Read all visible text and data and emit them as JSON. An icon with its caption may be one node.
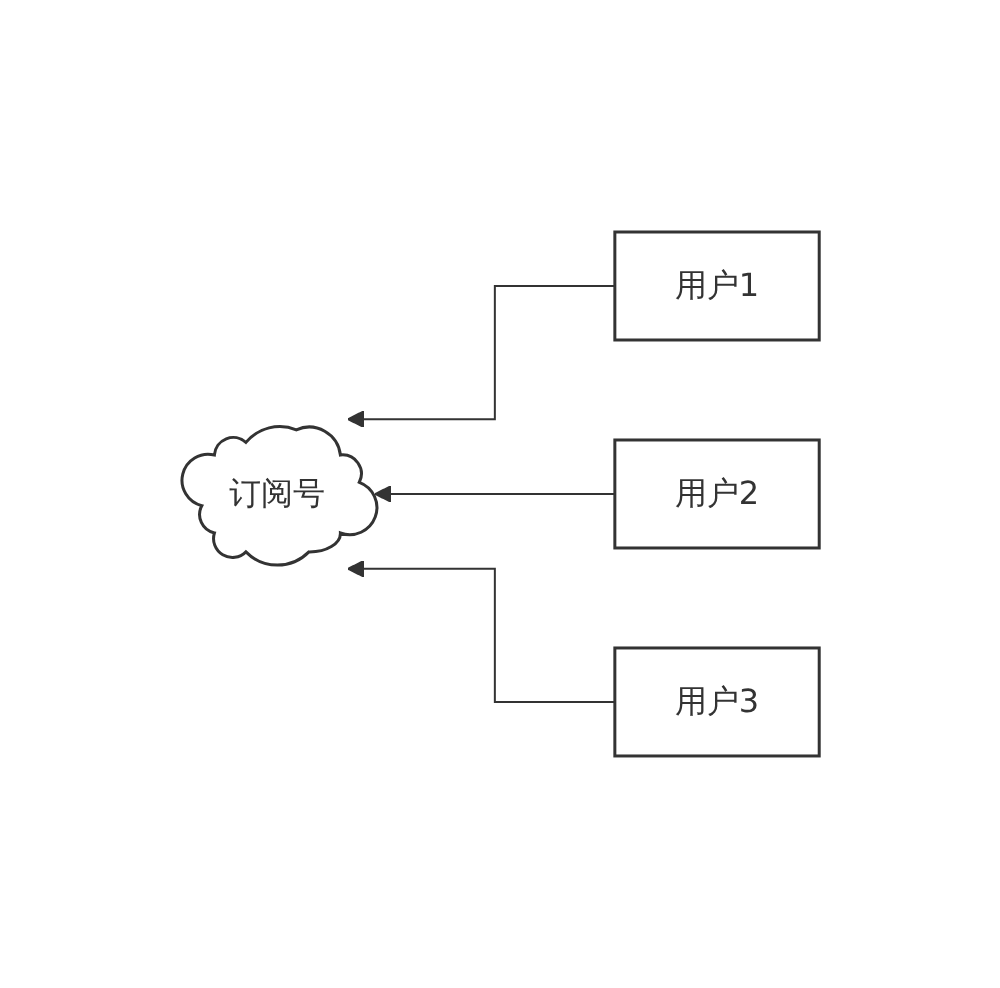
{
  "diagram": {
    "nodes": [
      {
        "text": [
          "订阅号"
        ]
      },
      {
        "text": [
          "用户1"
        ]
      },
      {
        "text": [
          "用户2"
        ]
      },
      {
        "text": [
          "用户3"
        ]
      }
    ],
    "edges": [
      {
        "from": 1,
        "to": 0,
        "arrow": "to"
      },
      {
        "from": 2,
        "to": 0,
        "arrow": "to"
      },
      {
        "from": 3,
        "to": 0,
        "arrow": "to"
      }
    ]
  }
}
